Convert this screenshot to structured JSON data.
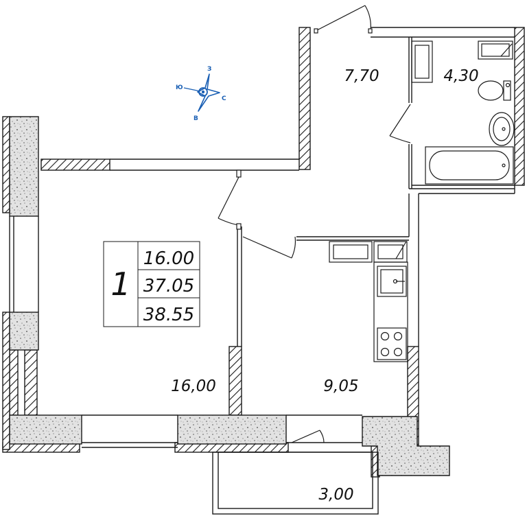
{
  "plan": {
    "rooms_count": "1",
    "area_summary": [
      "16.00",
      "37.05",
      "38.55"
    ],
    "room_areas": {
      "living_room": "16,00",
      "kitchen": "9,05",
      "hallway": "7,70",
      "bathroom": "4,30",
      "balcony": "3,00"
    },
    "compass": {
      "north": "З",
      "east": "С",
      "south": "В",
      "west": "Ю",
      "color": "#1a5fb4"
    },
    "colors": {
      "wall": "#1a1a1a",
      "stone_fill": "#d9d9d9"
    }
  }
}
